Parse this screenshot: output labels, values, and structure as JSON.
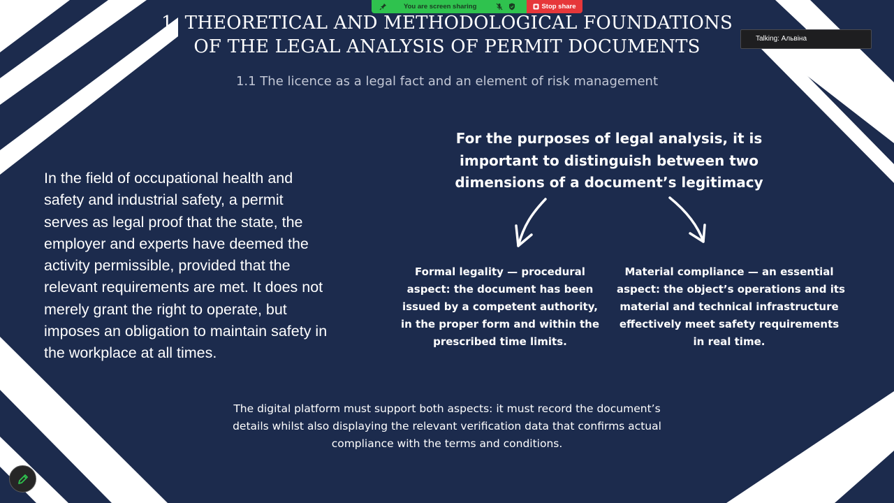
{
  "slide": {
    "title_lines": [
      "1. THEORETICAL AND METHODOLOGICAL FOUNDATIONS",
      "OF THE LEGAL ANALYSIS OF PERMIT DOCUMENTS"
    ],
    "subtitle": "1.1 The licence as a legal fact and an element of risk management",
    "left_paragraph_lines": [
      "In the field of occupational health and",
      "safety and industrial safety, a permit",
      "serves as legal proof that the state, the",
      "employer and experts have deemed the",
      "activity permissible, provided that the",
      "relevant requirements are met. It does not",
      "merely grant the right to operate, but",
      "imposes an obligation to maintain safety in",
      "the workplace at all times."
    ],
    "heading_lines": [
      "For the purposes of legal analysis, it is",
      "important to distinguish between two",
      "dimensions of a document’s legitimacy"
    ],
    "formal_lines": [
      "Formal legality — procedural",
      "aspect: the document has been",
      "issued by a competent authority,",
      "in the proper form and within the",
      "prescribed time limits."
    ],
    "material_lines": [
      "Material compliance — an essential",
      "aspect: the object’s operations and its",
      "material and technical infrastructure",
      "effectively meet safety requirements",
      "in real time."
    ],
    "bottom_lines": [
      "The digital platform must support both aspects: it must record the document’s",
      "details whilst also displaying the relevant verification data that confirms actual",
      "compliance with the terms and conditions."
    ],
    "colors": {
      "background": "#1c2b4d",
      "stripe": "#ffffff",
      "text": "#ffffff",
      "subtitle": "#c3c8d6"
    }
  },
  "share_bar": {
    "status_text": "You are screen sharing",
    "stop_label": "Stop share",
    "icons": [
      "pin-icon",
      "mic-off-icon",
      "shield-icon",
      "stop-square-icon"
    ],
    "colors": {
      "green": "#2fc24e",
      "red": "#e6373a"
    }
  },
  "talking_indicator": {
    "text": "Talking: Альвіна"
  },
  "annotation_tool": {
    "icon": "pen-icon",
    "color": "#2fc24e"
  }
}
